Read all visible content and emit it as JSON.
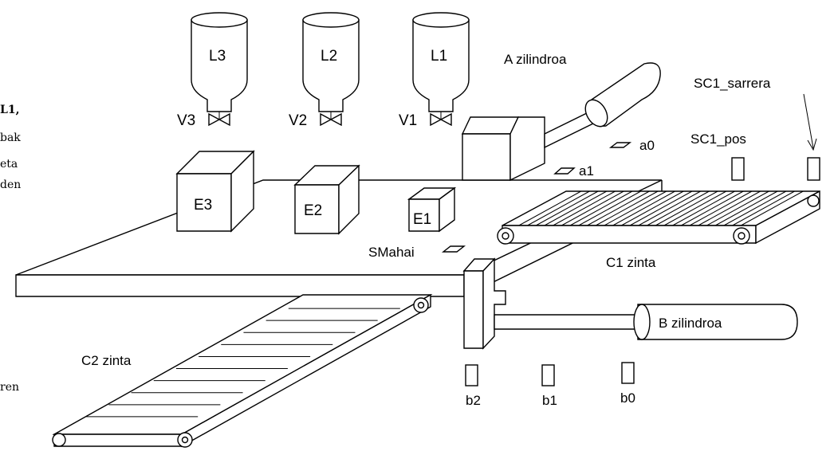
{
  "labels": {
    "tank1": "L1",
    "tank2": "L2",
    "tank3": "L3",
    "valve1": "V1",
    "valve2": "V2",
    "valve3": "V3",
    "box1": "E1",
    "box2": "E2",
    "box3": "E3",
    "cylinder_a": "A zilindroa",
    "cylinder_b": "B zilindroa",
    "sensor_a0": "a0",
    "sensor_a1": "a1",
    "sensor_b0": "b0",
    "sensor_b1": "b1",
    "sensor_b2": "b2",
    "sensor_table": "SMahai",
    "sensor_c1_pos": "SC1_pos",
    "sensor_c1_entry": "SC1_sarrera",
    "belt_c1": "C1 zinta",
    "belt_c2": "C2 zinta"
  },
  "edge_text": {
    "line1": "L1,",
    "line2": "bak",
    "line3": "eta",
    "line4": "den",
    "line5": "ren"
  }
}
